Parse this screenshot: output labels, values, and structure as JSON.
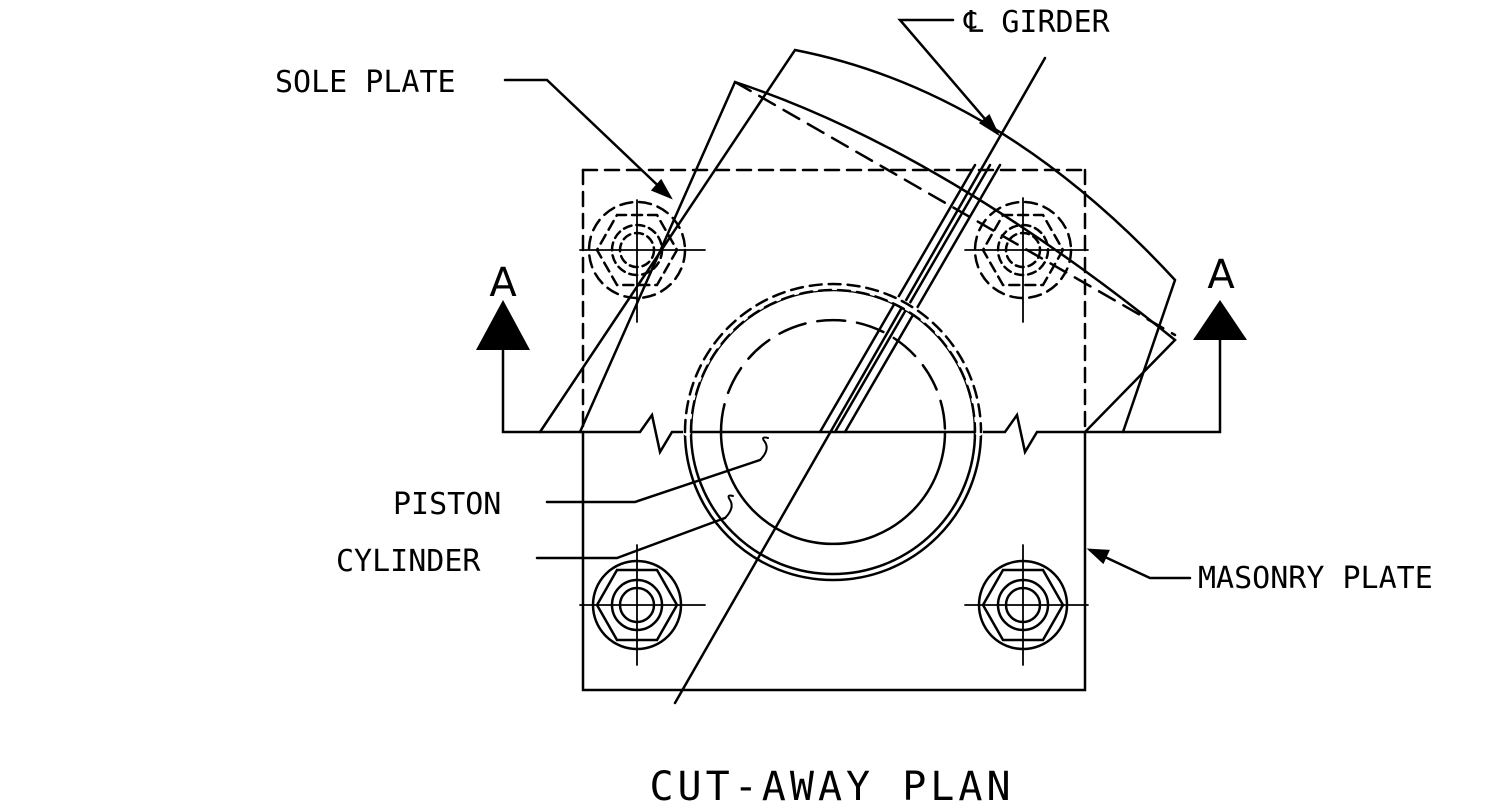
{
  "labels": {
    "cl_girder": "℄ GIRDER",
    "sole_plate": "SOLE PLATE",
    "piston": "PISTON",
    "cylinder": "CYLINDER",
    "masonry_plate": "MASONRY PLATE",
    "section_left": "A",
    "section_right": "A"
  },
  "caption": "CUT-AWAY PLAN",
  "colors": {
    "ink": "#000000",
    "paper": "#ffffff"
  }
}
